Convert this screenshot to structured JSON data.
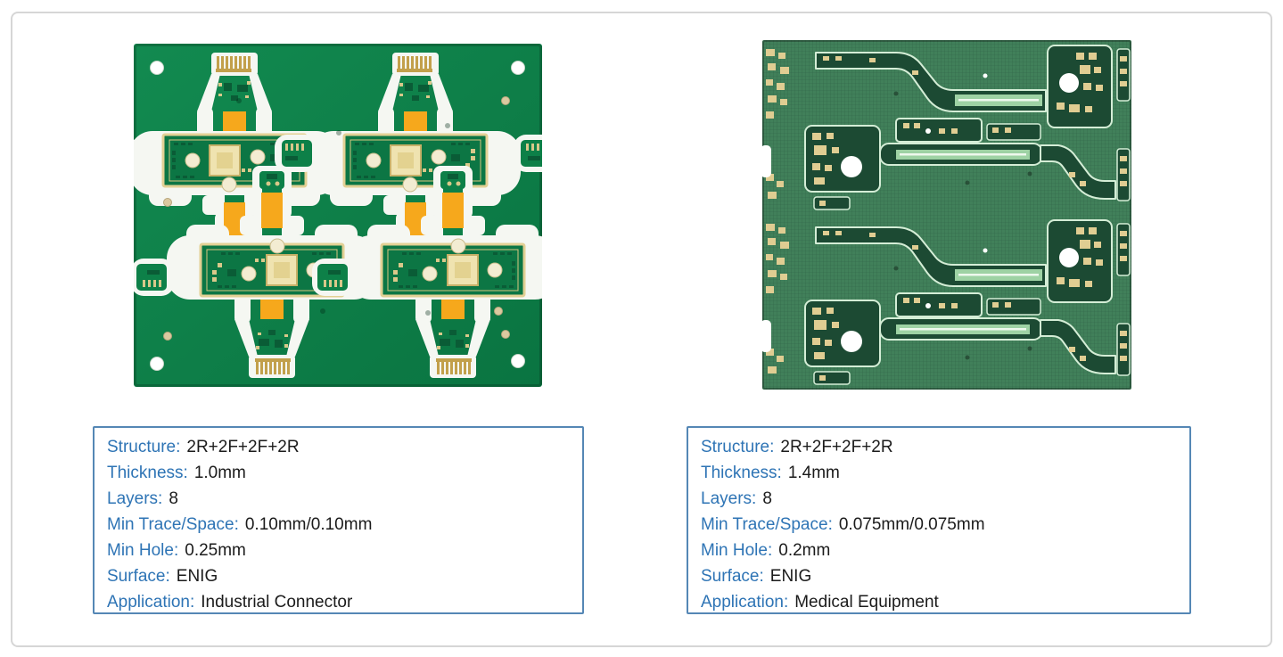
{
  "page": {
    "background": "#ffffff",
    "frame_border_color": "#d6d6d6"
  },
  "colors": {
    "label_blue": "#2e74b5",
    "value_text": "#1b1b1b",
    "spec_box_border": "#5587b5",
    "pcb_left_green": "#0d8048",
    "pcb_left_white": "#f5f7f2",
    "pcb_left_orange": "#f6a81c",
    "pcb_left_gold": "#e2d094",
    "pcb_right_green": "#41805a",
    "pcb_right_dark": "#1c4a33",
    "pcb_right_outline": "#d4edd6",
    "pcb_right_flex": "#9ed2a4",
    "pcb_right_gold": "#e0cd92"
  },
  "panels": [
    {
      "image": "rigid-flex-pcb-panel-white-silkscreen",
      "specs": [
        {
          "label": "Structure:",
          "value": "2R+2F+2F+2R"
        },
        {
          "label": "Thickness:",
          "value": "1.0mm"
        },
        {
          "label": "Layers:",
          "value": "8"
        },
        {
          "label": "Min Trace/Space:",
          "value": "0.10mm/0.10mm"
        },
        {
          "label": "Min Hole:",
          "value": "0.25mm"
        },
        {
          "label": "Surface:",
          "value": "ENIG"
        },
        {
          "label": "Application:",
          "value": "Industrial Connector"
        }
      ]
    },
    {
      "image": "rigid-flex-pcb-panel-dark-green",
      "specs": [
        {
          "label": "Structure:",
          "value": "2R+2F+2F+2R"
        },
        {
          "label": "Thickness:",
          "value": "1.4mm"
        },
        {
          "label": "Layers:",
          "value": "8"
        },
        {
          "label": "Min Trace/Space:",
          "value": "0.075mm/0.075mm"
        },
        {
          "label": "Min Hole:",
          "value": "0.2mm"
        },
        {
          "label": "Surface:",
          "value": "ENIG"
        },
        {
          "label": "Application:",
          "value": "Medical Equipment"
        }
      ]
    }
  ]
}
